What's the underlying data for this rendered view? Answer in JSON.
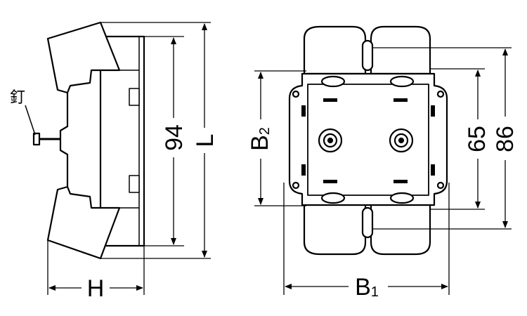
{
  "labels": {
    "nail": "釘",
    "dim_94": "94",
    "dim_L": "L",
    "dim_H": "H",
    "dim_B2_main": "B",
    "dim_B2_sub": "2",
    "dim_65": "65",
    "dim_86": "86",
    "dim_B1_main": "B",
    "dim_B1_sub": "1"
  }
}
